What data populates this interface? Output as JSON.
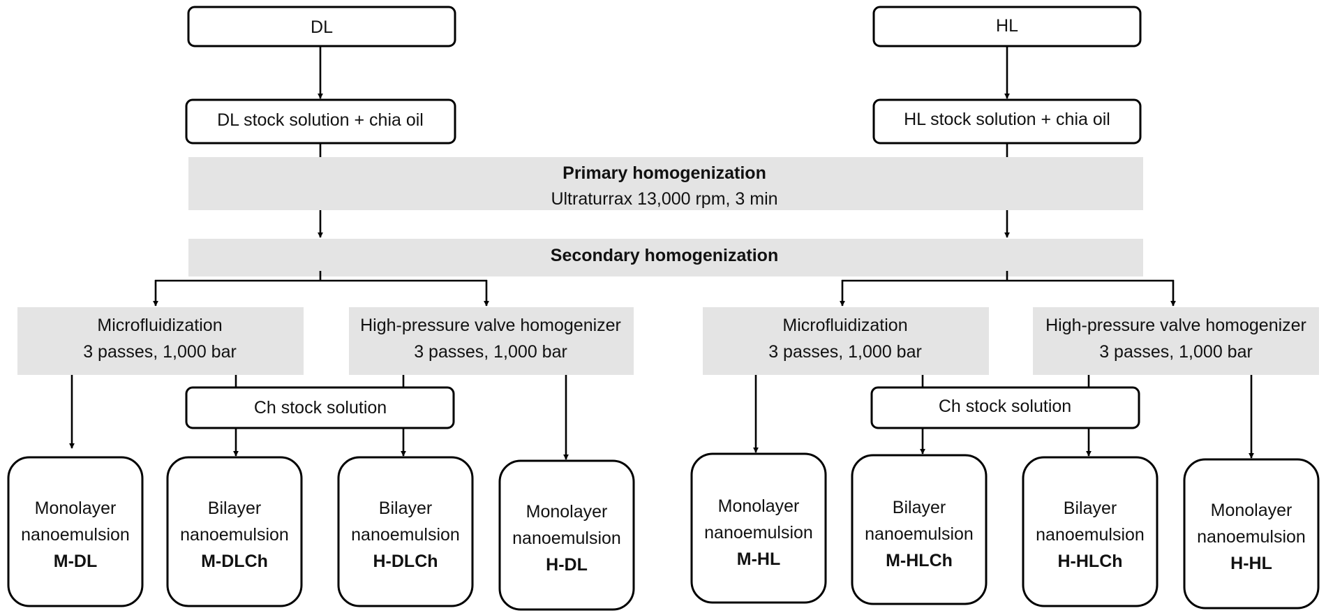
{
  "top": {
    "dl_label": "DL",
    "hl_label": "HL",
    "dl_stock": "DL stock solution + chia oil",
    "hl_stock": "HL stock solution + chia oil"
  },
  "primary": {
    "title": "Primary homogenization",
    "detail": "Ultraturrax 13,000 rpm, 3 min"
  },
  "secondary": {
    "title": "Secondary homogenization"
  },
  "methods": {
    "micro": {
      "name": "Microfluidization",
      "detail": "3 passes, 1,000 bar"
    },
    "hpvh": {
      "name": "High-pressure valve homogenizer",
      "detail": "3 passes, 1,000 bar"
    }
  },
  "ch_stock": "Ch stock solution",
  "products": [
    {
      "type": [
        "Monolayer",
        "nanoemulsion"
      ],
      "code": "M-DL"
    },
    {
      "type": [
        "Bilayer",
        "nanoemulsion"
      ],
      "code": "M-DLCh"
    },
    {
      "type": [
        "Bilayer",
        "nanoemulsion"
      ],
      "code": "H-DLCh"
    },
    {
      "type": [
        "Monolayer",
        "nanoemulsion"
      ],
      "code": "H-DL"
    },
    {
      "type": [
        "Monolayer",
        "nanoemulsion"
      ],
      "code": "M-HL"
    },
    {
      "type": [
        "Bilayer",
        "nanoemulsion"
      ],
      "code": "M-HLCh"
    },
    {
      "type": [
        "Bilayer",
        "nanoemulsion"
      ],
      "code": "H-HLCh"
    },
    {
      "type": [
        "Monolayer",
        "nanoemulsion"
      ],
      "code": "H-HL"
    }
  ]
}
